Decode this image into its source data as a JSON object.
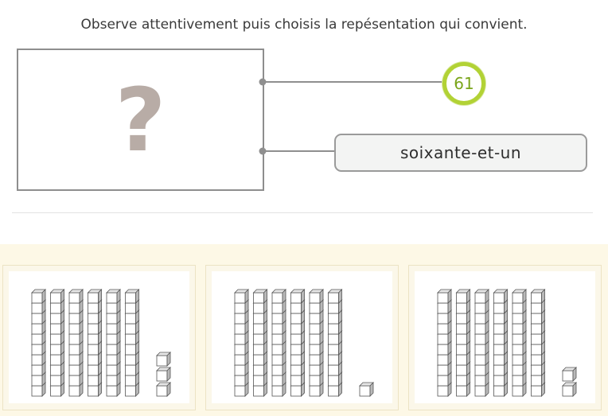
{
  "instruction": "Observe attentivement puis choisis la repésentation qui convient.",
  "question": {
    "symbol": "?",
    "number": "61",
    "number_words": "soixante-et-un",
    "accent_color": "#b2d235"
  },
  "choices": [
    {
      "tens": 6,
      "ones": 3
    },
    {
      "tens": 6,
      "ones": 1
    },
    {
      "tens": 6,
      "ones": 2
    }
  ]
}
